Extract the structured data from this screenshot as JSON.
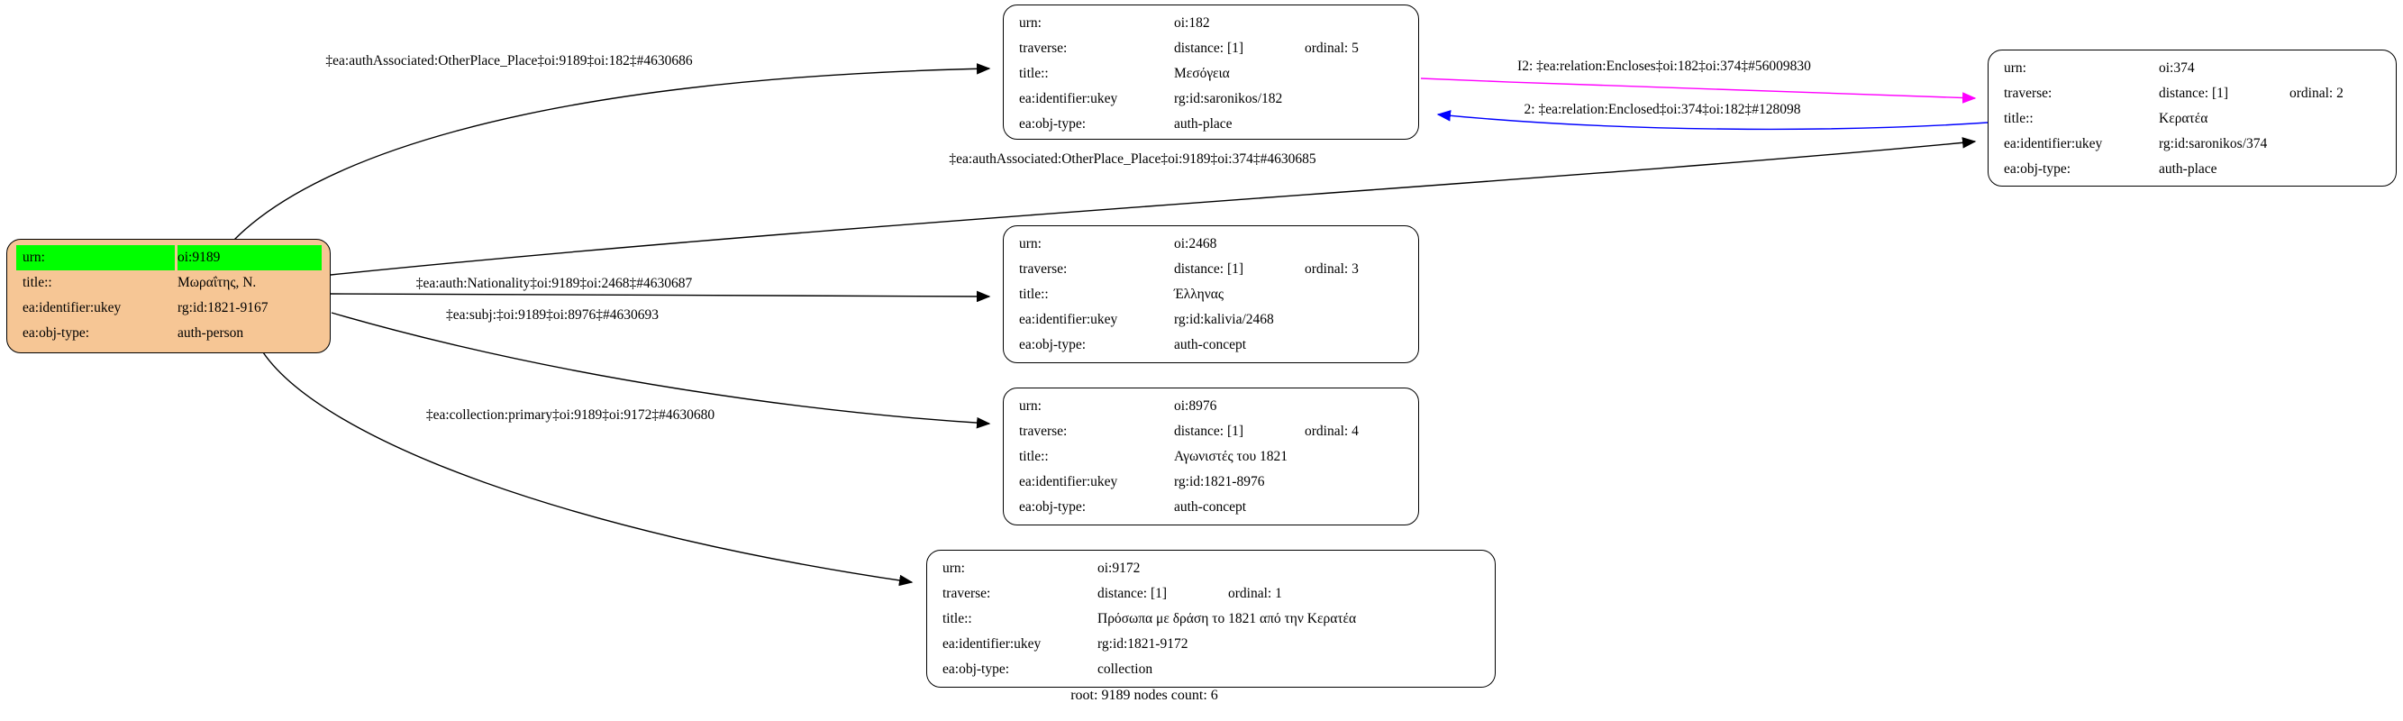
{
  "diagram": {
    "caption": "root: 9189 nodes count: 6",
    "colors": {
      "root_fill": "#f6c695",
      "highlight_green": "#00ff00",
      "node_fill": "#ffffff",
      "border": "#000000",
      "edge_black": "#000000",
      "edge_magenta": "#ff00ff",
      "edge_blue": "#0000ff"
    },
    "nodes": [
      {
        "id": "oi:9189",
        "rows": [
          {
            "label": "urn:",
            "value": "oi:9189"
          },
          {
            "label": "title::",
            "value": "Μωραΐτης, Ν."
          },
          {
            "label": "ea:identifier:ukey",
            "value": "rg:id:1821-9167"
          },
          {
            "label": "ea:obj-type:",
            "value": "auth-person"
          }
        ]
      },
      {
        "id": "oi:182",
        "rows": [
          {
            "label": "urn:",
            "value": "oi:182"
          },
          {
            "label": "traverse:",
            "value": "distance: [1]",
            "extra": "ordinal: 5"
          },
          {
            "label": "title::",
            "value": "Μεσόγεια"
          },
          {
            "label": "ea:identifier:ukey",
            "value": "rg:id:saronikos/182"
          },
          {
            "label": "ea:obj-type:",
            "value": "auth-place"
          }
        ]
      },
      {
        "id": "oi:374",
        "rows": [
          {
            "label": "urn:",
            "value": "oi:374"
          },
          {
            "label": "traverse:",
            "value": "distance: [1]",
            "extra": "ordinal: 2"
          },
          {
            "label": "title::",
            "value": "Κερατέα"
          },
          {
            "label": "ea:identifier:ukey",
            "value": "rg:id:saronikos/374"
          },
          {
            "label": "ea:obj-type:",
            "value": "auth-place"
          }
        ]
      },
      {
        "id": "oi:2468",
        "rows": [
          {
            "label": "urn:",
            "value": "oi:2468"
          },
          {
            "label": "traverse:",
            "value": "distance: [1]",
            "extra": "ordinal: 3"
          },
          {
            "label": "title::",
            "value": "Έλληνας"
          },
          {
            "label": "ea:identifier:ukey",
            "value": "rg:id:kalivia/2468"
          },
          {
            "label": "ea:obj-type:",
            "value": "auth-concept"
          }
        ]
      },
      {
        "id": "oi:8976",
        "rows": [
          {
            "label": "urn:",
            "value": "oi:8976"
          },
          {
            "label": "traverse:",
            "value": "distance: [1]",
            "extra": "ordinal: 4"
          },
          {
            "label": "title::",
            "value": "Αγωνιστές του 1821"
          },
          {
            "label": "ea:identifier:ukey",
            "value": "rg:id:1821-8976"
          },
          {
            "label": "ea:obj-type:",
            "value": "auth-concept"
          }
        ]
      },
      {
        "id": "oi:9172",
        "rows": [
          {
            "label": "urn:",
            "value": "oi:9172"
          },
          {
            "label": "traverse:",
            "value": "distance: [1]",
            "extra": "ordinal: 1"
          },
          {
            "label": "title::",
            "value": "Πρόσωπα με δράση το 1821 από την Κερατέα"
          },
          {
            "label": "ea:identifier:ukey",
            "value": "rg:id:1821-9172"
          },
          {
            "label": "ea:obj-type:",
            "value": "collection"
          }
        ]
      }
    ],
    "edges": [
      {
        "label": "‡ea:authAssociated:OtherPlace_Place‡oi:9189‡oi:182‡#4630686",
        "color": "#000000"
      },
      {
        "label": "I2: ‡ea:relation:Encloses‡oi:182‡oi:374‡#56009830",
        "color": "#ff00ff"
      },
      {
        "label": "2: ‡ea:relation:Enclosed‡oi:374‡oi:182‡#128098",
        "color": "#0000ff"
      },
      {
        "label": "‡ea:authAssociated:OtherPlace_Place‡oi:9189‡oi:374‡#4630685",
        "color": "#000000"
      },
      {
        "label": "‡ea:auth:Nationality‡oi:9189‡oi:2468‡#4630687",
        "color": "#000000"
      },
      {
        "label": "‡ea:subj:‡oi:9189‡oi:8976‡#4630693",
        "color": "#000000"
      },
      {
        "label": "‡ea:collection:primary‡oi:9189‡oi:9172‡#4630680",
        "color": "#000000"
      }
    ]
  }
}
